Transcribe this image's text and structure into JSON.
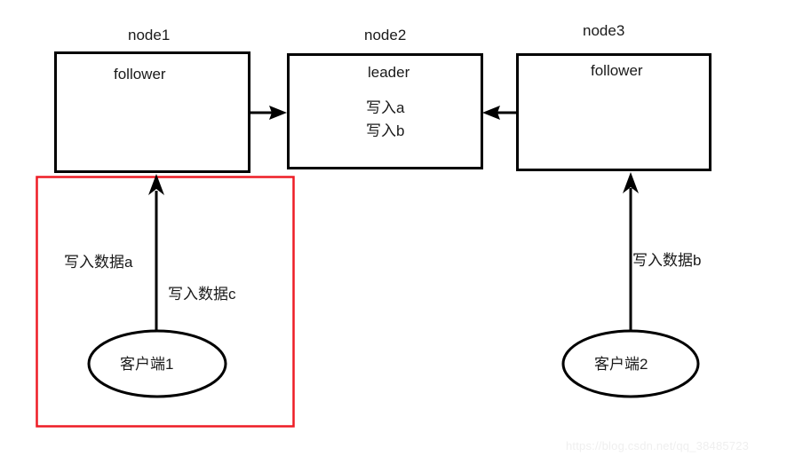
{
  "diagram": {
    "nodes": [
      {
        "id": "node1",
        "title": "node1",
        "role": "follower",
        "entries": []
      },
      {
        "id": "node2",
        "title": "node2",
        "role": "leader",
        "entries": [
          "写入a",
          "写入b"
        ]
      },
      {
        "id": "node3",
        "title": "node3",
        "role": "follower",
        "entries": []
      }
    ],
    "clients": [
      {
        "id": "client1",
        "label": "客户端1"
      },
      {
        "id": "client2",
        "label": "客户端2"
      }
    ],
    "edge_labels": {
      "client1_to_node1_a": "写入数据a",
      "client1_to_node1_c": "写入数据c",
      "client2_to_node3_b": "写入数据b"
    },
    "highlight": {
      "name": "client1-region-highlight",
      "color": "#ee1c25"
    },
    "colors": {
      "stroke": "#000000",
      "text": "#1a1a1a",
      "highlight": "#ee1c25",
      "background": "#ffffff",
      "watermark": "#efefef"
    }
  },
  "watermark": {
    "text": "https://blog.csdn.net/qq_38485723"
  }
}
